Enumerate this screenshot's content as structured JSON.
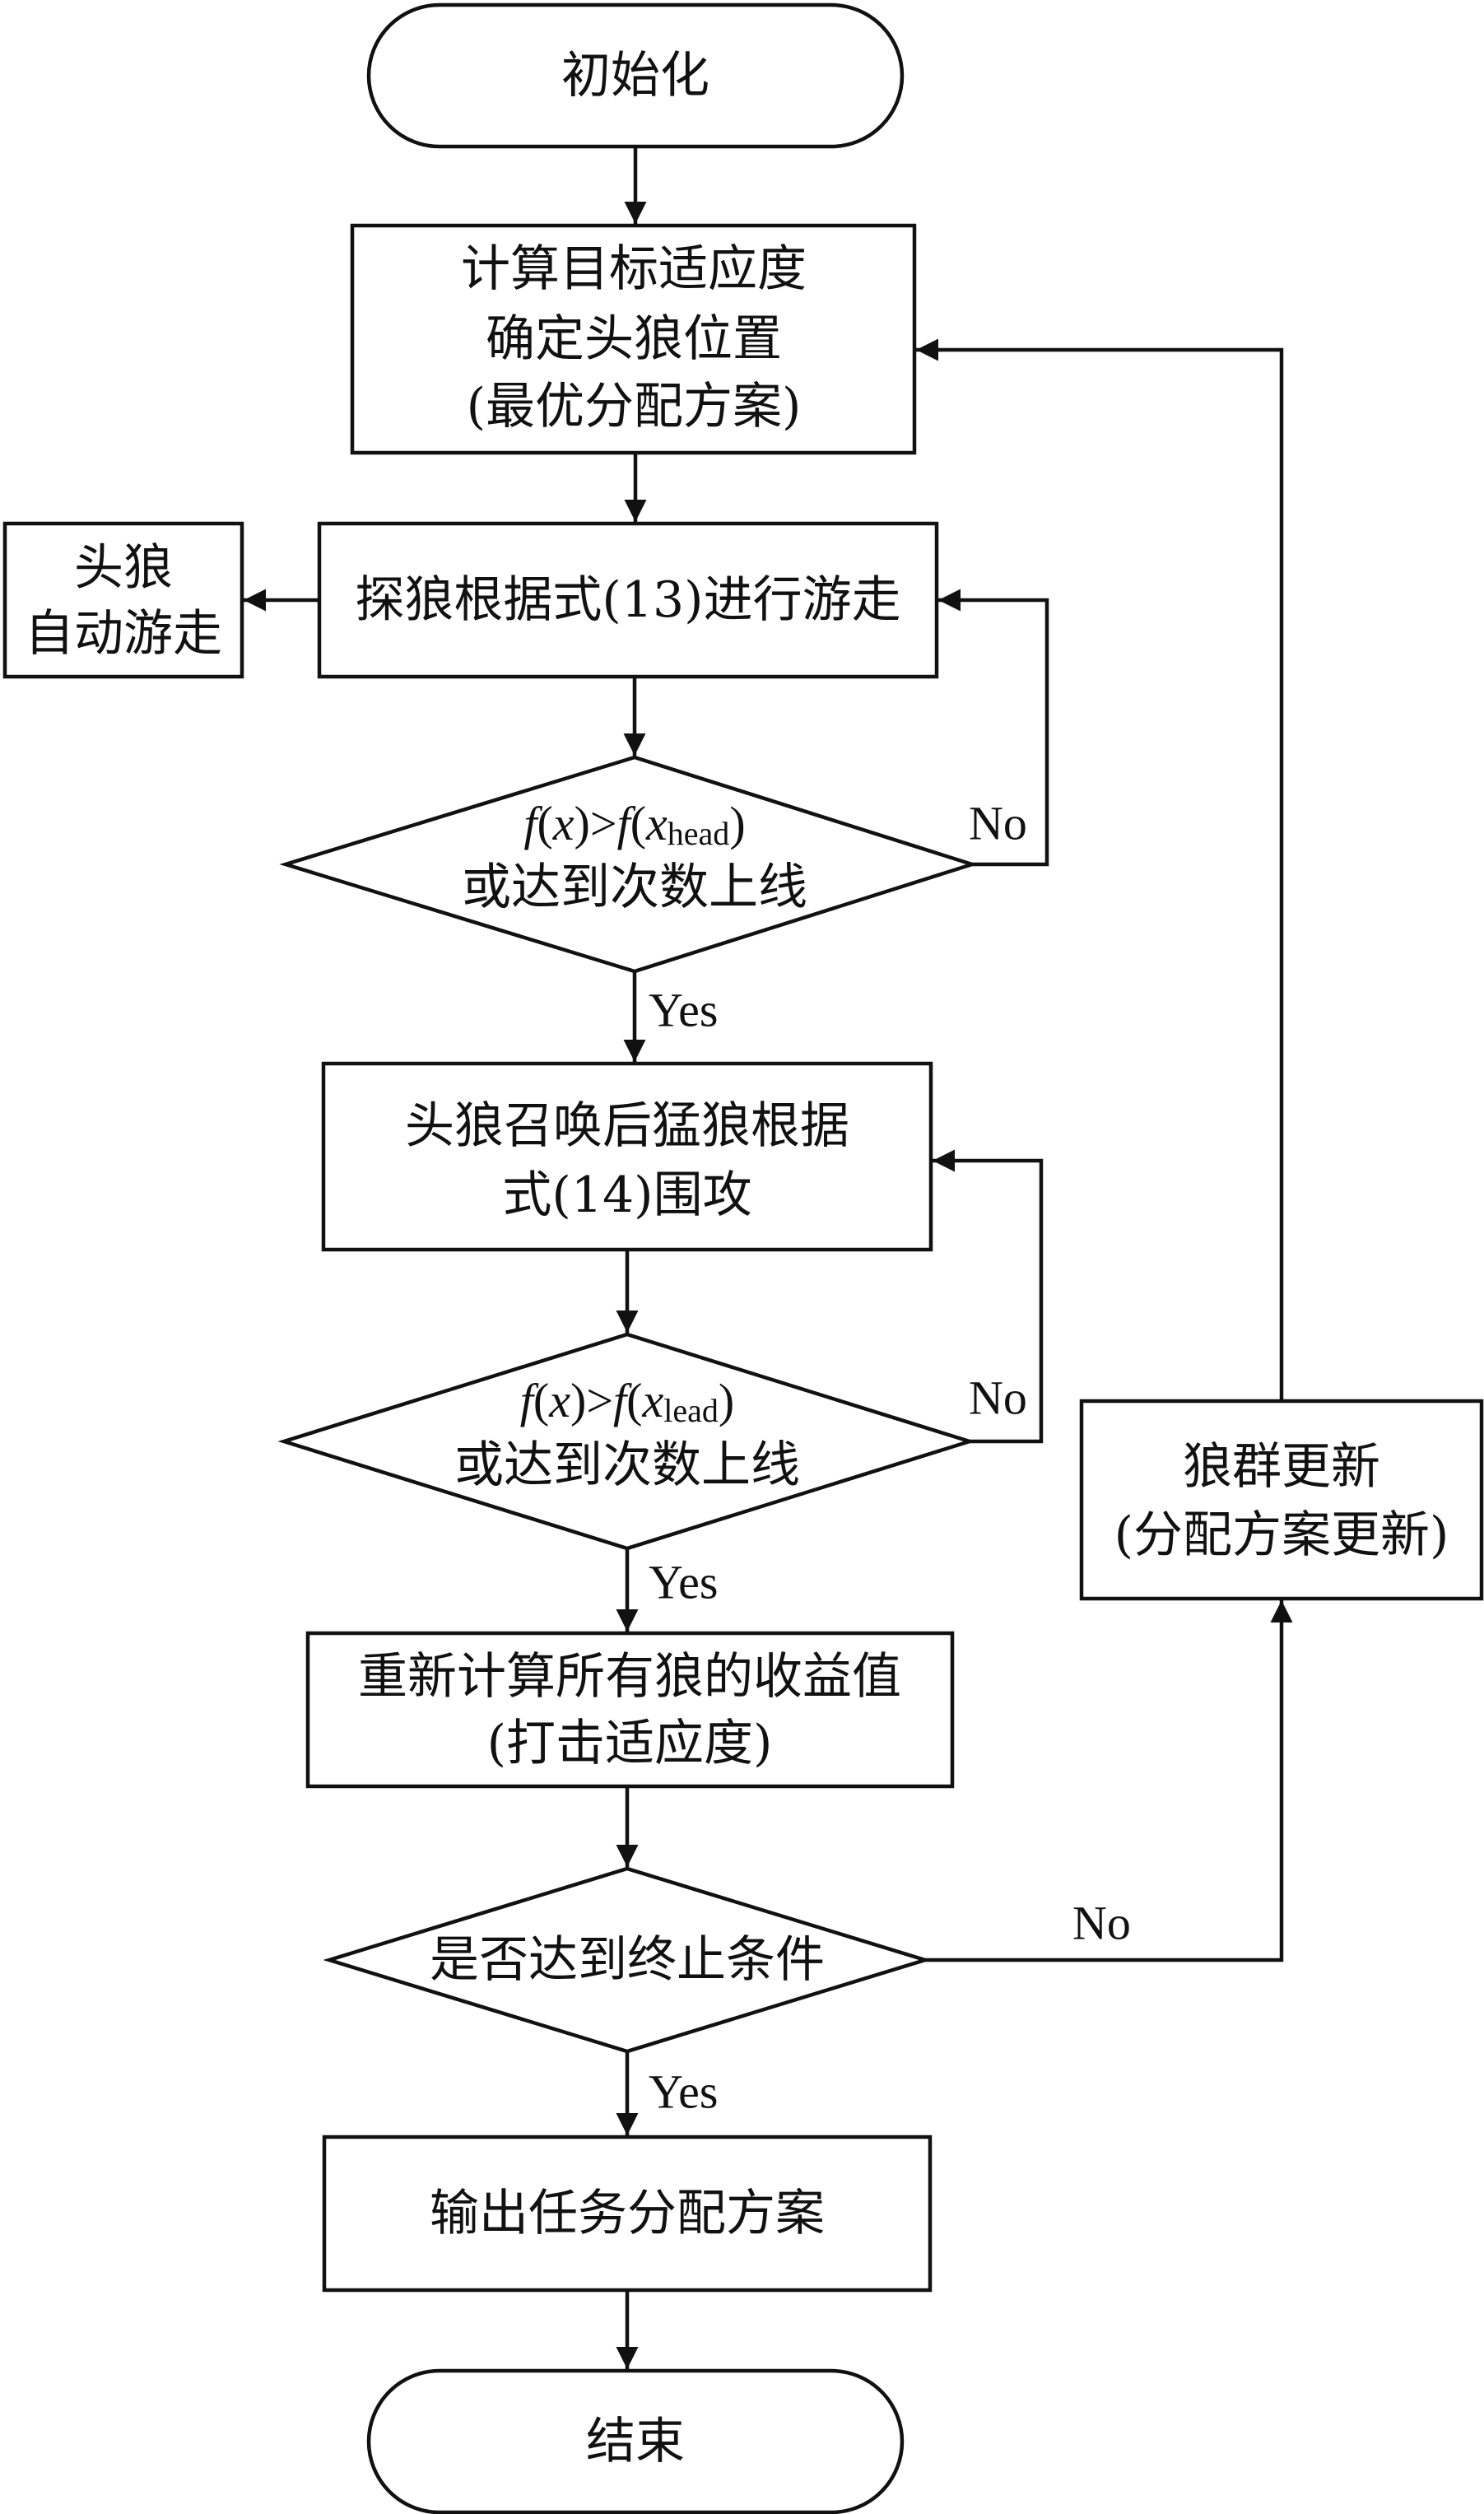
{
  "nodes": {
    "start": {
      "text": "初始化"
    },
    "compute": {
      "lines": [
        "计算目标适应度",
        "确定头狼位置",
        "(最优分配方案)"
      ]
    },
    "scout": {
      "text": "探狼根据式(13)进行游走"
    },
    "head_wander": {
      "lines": [
        "头狼",
        "自动游走"
      ]
    },
    "cond1": {
      "f": "f",
      "x": "x",
      "op": ">",
      "sub": "head",
      "line2": "或达到次数上线"
    },
    "summon": {
      "lines": [
        "头狼召唤后猛狼根据",
        "式(14)围攻"
      ]
    },
    "cond2": {
      "f": "f",
      "x": "x",
      "op": ">",
      "sub": "lead",
      "line2": "或达到次数上线"
    },
    "recompute": {
      "lines": [
        "重新计算所有狼的收益值",
        "(打击适应度)"
      ]
    },
    "terminate": {
      "text": "是否达到终止条件"
    },
    "output": {
      "text": "输出任务分配方案"
    },
    "update": {
      "lines": [
        "狼群更新",
        "(分配方案更新)"
      ]
    },
    "end": {
      "text": "结束"
    }
  },
  "edge_labels": {
    "cond1_no": "No",
    "cond1_yes": "Yes",
    "cond2_no": "No",
    "cond2_yes": "Yes",
    "terminate_no": "No",
    "terminate_yes": "Yes"
  }
}
